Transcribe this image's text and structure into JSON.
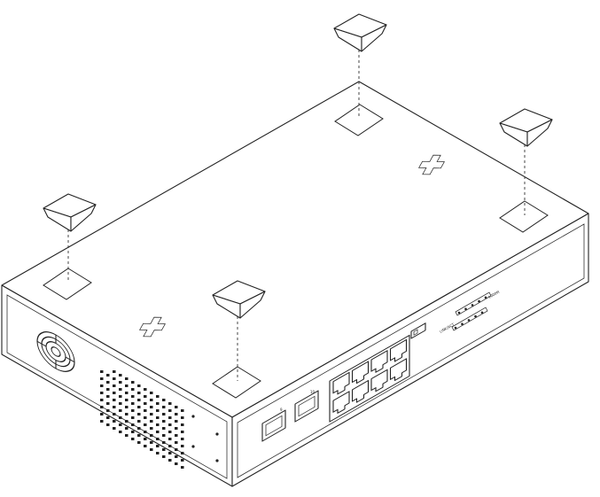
{
  "figure": {
    "subject": "rubber-foot-installation",
    "colors": {
      "line": "#222222",
      "background": "#ffffff"
    }
  },
  "rubber_feet": [
    "foot-top-center",
    "foot-top-right",
    "foot-left",
    "foot-front-center"
  ],
  "port_labels": {
    "uplink_1": "9",
    "uplink_2": "10",
    "led_group_1": "1000M",
    "led_group_2": "LINK/ACT"
  }
}
